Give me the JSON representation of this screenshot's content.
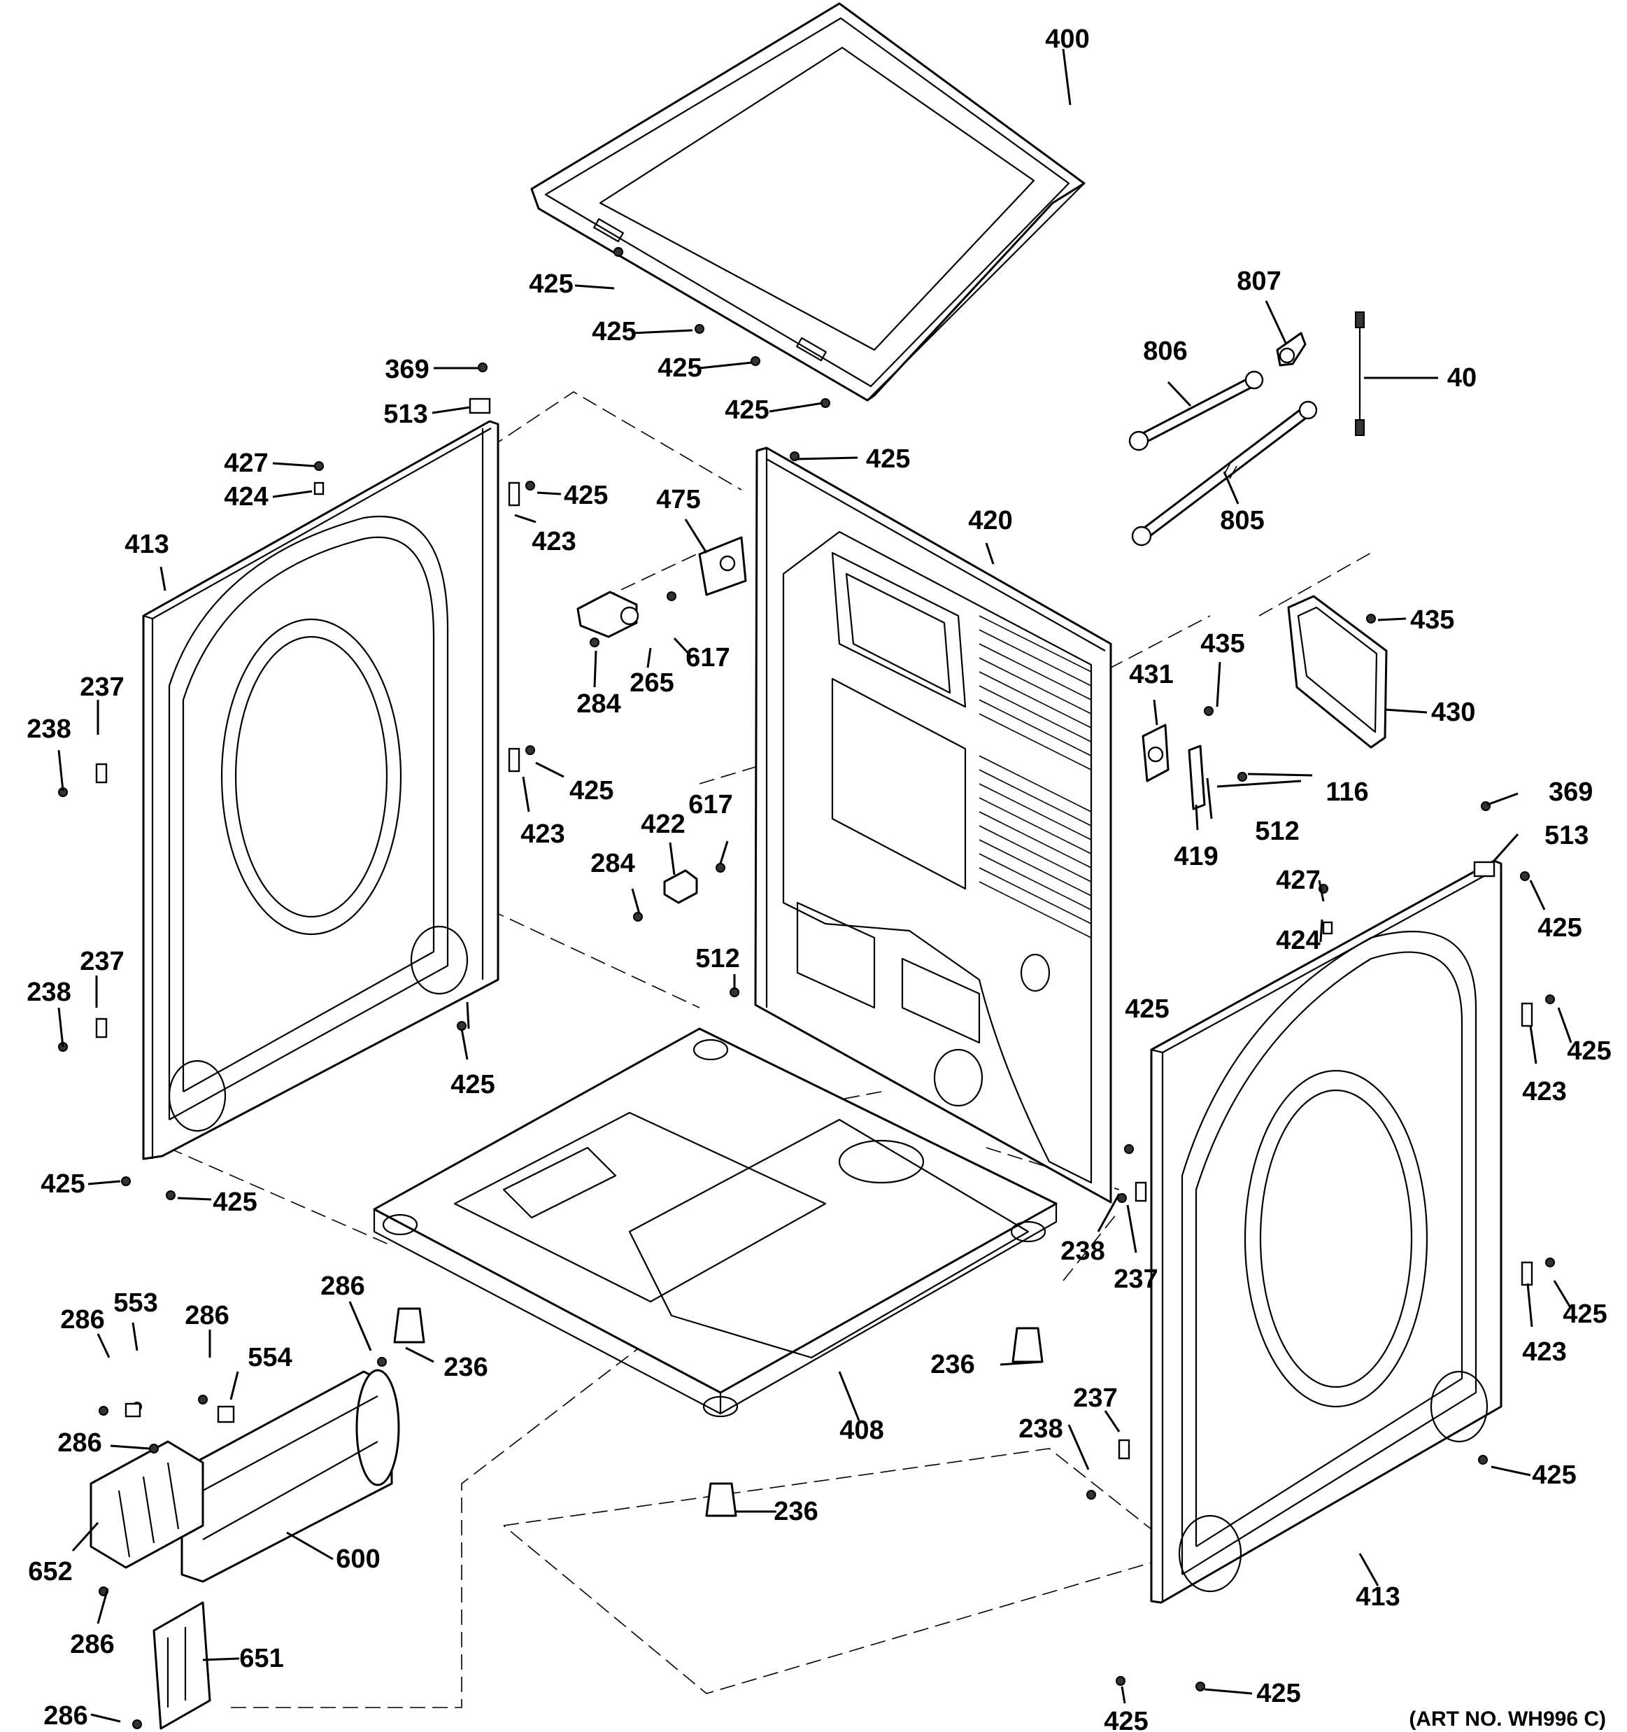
{
  "figure": {
    "art_number": "(ART NO. WH996 C)"
  },
  "callouts": [
    {
      "name": "callout-400",
      "label": "400"
    },
    {
      "name": "callout-425-top-a",
      "label": "425"
    },
    {
      "name": "callout-425-top-b",
      "label": "425"
    },
    {
      "name": "callout-425-top-c",
      "label": "425"
    },
    {
      "name": "callout-425-top-d",
      "label": "425"
    },
    {
      "name": "callout-807",
      "label": "807"
    },
    {
      "name": "callout-806",
      "label": "806"
    },
    {
      "name": "callout-40",
      "label": "40"
    },
    {
      "name": "callout-805",
      "label": "805"
    },
    {
      "name": "callout-369-left",
      "label": "369"
    },
    {
      "name": "callout-513-left",
      "label": "513"
    },
    {
      "name": "callout-427-left",
      "label": "427"
    },
    {
      "name": "callout-424-left",
      "label": "424"
    },
    {
      "name": "callout-413-left",
      "label": "413"
    },
    {
      "name": "callout-425-back-top",
      "label": "425"
    },
    {
      "name": "callout-425-side-a",
      "label": "425"
    },
    {
      "name": "callout-423-a",
      "label": "423"
    },
    {
      "name": "callout-475",
      "label": "475"
    },
    {
      "name": "callout-420",
      "label": "420"
    },
    {
      "name": "callout-435-a",
      "label": "435"
    },
    {
      "name": "callout-435-b",
      "label": "435"
    },
    {
      "name": "callout-430",
      "label": "430"
    },
    {
      "name": "callout-617-a",
      "label": "617"
    },
    {
      "name": "callout-265",
      "label": "265"
    },
    {
      "name": "callout-284-a",
      "label": "284"
    },
    {
      "name": "callout-431",
      "label": "431"
    },
    {
      "name": "callout-116",
      "label": "116"
    },
    {
      "name": "callout-512-a",
      "label": "512"
    },
    {
      "name": "callout-419",
      "label": "419"
    },
    {
      "name": "callout-237-a",
      "label": "237"
    },
    {
      "name": "callout-238-a",
      "label": "238"
    },
    {
      "name": "callout-425-side-b",
      "label": "425"
    },
    {
      "name": "callout-423-b",
      "label": "423"
    },
    {
      "name": "callout-617-b",
      "label": "617"
    },
    {
      "name": "callout-422",
      "label": "422"
    },
    {
      "name": "callout-284-b",
      "label": "284"
    },
    {
      "name": "callout-369-right",
      "label": "369"
    },
    {
      "name": "callout-513-right",
      "label": "513"
    },
    {
      "name": "callout-427-right",
      "label": "427"
    },
    {
      "name": "callout-424-right",
      "label": "424"
    },
    {
      "name": "callout-425-right-a",
      "label": "425"
    },
    {
      "name": "callout-237-b",
      "label": "237"
    },
    {
      "name": "callout-238-b",
      "label": "238"
    },
    {
      "name": "callout-512-b",
      "label": "512"
    },
    {
      "name": "callout-425-left-bottom",
      "label": "425"
    },
    {
      "name": "callout-425-right-b",
      "label": "425"
    },
    {
      "name": "callout-423-c",
      "label": "423"
    },
    {
      "name": "callout-425-back-bottom",
      "label": "425"
    },
    {
      "name": "callout-425-left-foot-a",
      "label": "425"
    },
    {
      "name": "callout-425-left-foot-b",
      "label": "425"
    },
    {
      "name": "callout-238-c",
      "label": "238"
    },
    {
      "name": "callout-237-c",
      "label": "237"
    },
    {
      "name": "callout-286-a",
      "label": "286"
    },
    {
      "name": "callout-553",
      "label": "553"
    },
    {
      "name": "callout-286-b",
      "label": "286"
    },
    {
      "name": "callout-554",
      "label": "554"
    },
    {
      "name": "callout-286-c",
      "label": "286"
    },
    {
      "name": "callout-236-a",
      "label": "236"
    },
    {
      "name": "callout-236-b",
      "label": "236"
    },
    {
      "name": "callout-425-right-c",
      "label": "425"
    },
    {
      "name": "callout-423-d",
      "label": "423"
    },
    {
      "name": "callout-408",
      "label": "408"
    },
    {
      "name": "callout-286-d",
      "label": "286"
    },
    {
      "name": "callout-237-d",
      "label": "237"
    },
    {
      "name": "callout-238-d",
      "label": "238"
    },
    {
      "name": "callout-425-right-d",
      "label": "425"
    },
    {
      "name": "callout-236-c",
      "label": "236"
    },
    {
      "name": "callout-652",
      "label": "652"
    },
    {
      "name": "callout-600",
      "label": "600"
    },
    {
      "name": "callout-413-right",
      "label": "413"
    },
    {
      "name": "callout-286-e",
      "label": "286"
    },
    {
      "name": "callout-651",
      "label": "651"
    },
    {
      "name": "callout-286-f",
      "label": "286"
    },
    {
      "name": "callout-425-foot-c",
      "label": "425"
    },
    {
      "name": "callout-425-foot-d",
      "label": "425"
    }
  ]
}
